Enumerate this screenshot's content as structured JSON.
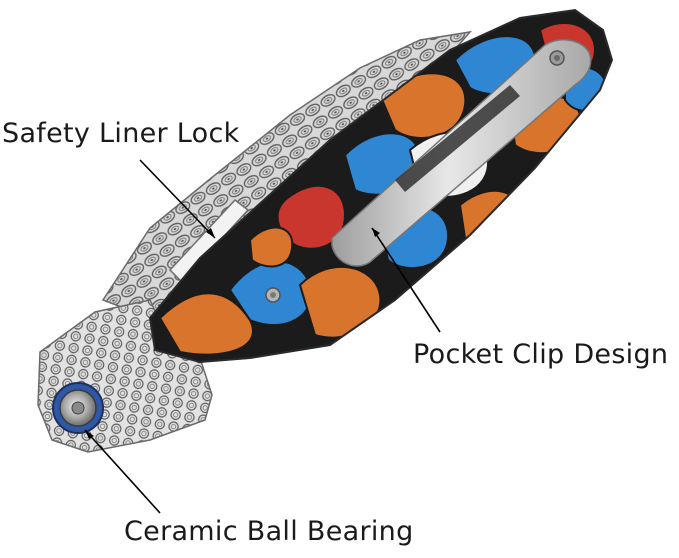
{
  "callouts": {
    "safety_liner_lock": "Safety Liner Lock",
    "pocket_clip_design": "Pocket Clip Design",
    "ceramic_ball_bearing": "Ceramic Ball Bearing"
  },
  "colors": {
    "background": "#ffffff",
    "damascus_light": "#e6e6e6",
    "damascus_dark": "#5c5c5c",
    "scale_orange": "#d9742c",
    "scale_blue": "#2f86d3",
    "scale_red": "#c9362d",
    "scale_black": "#1b1b1b",
    "clip_steel": "#c8c8c8",
    "pivot_blue": "#2f57a8",
    "leader_line": "#000000"
  },
  "icons": {
    "pivot": "pivot-bearing-icon",
    "clip_screw": "clip-screw-icon"
  }
}
